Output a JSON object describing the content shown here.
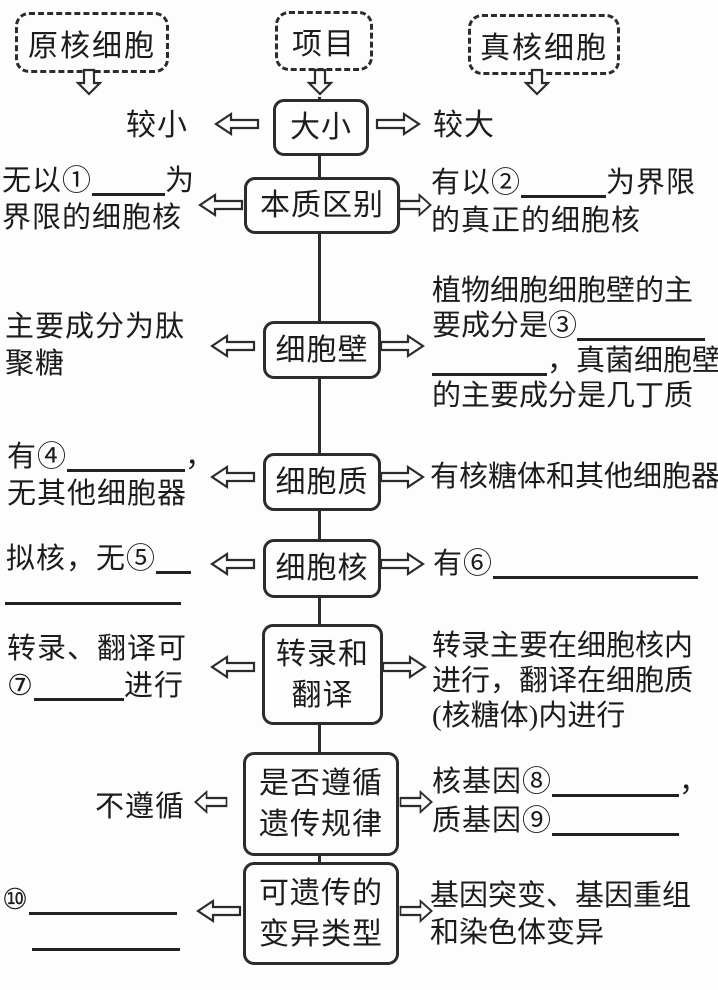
{
  "header": {
    "left": "原核细胞",
    "center": "项目",
    "right": "真核细胞"
  },
  "rows": [
    {
      "topic": [
        "大小"
      ],
      "left": [
        "较小"
      ],
      "right": [
        "较大"
      ]
    },
    {
      "topic": [
        "本质区别"
      ],
      "left": [
        "无以①",
        "为",
        "界限的细胞核"
      ],
      "right": [
        "有以②",
        "为界限",
        "的真正的细胞核"
      ]
    },
    {
      "topic": [
        "细胞壁"
      ],
      "left": [
        "主要成分为肽",
        "聚糖"
      ],
      "right": [
        "植物细胞细胞壁的主",
        "要成分是③",
        "，真菌细胞壁",
        "的主要成分是几丁质"
      ]
    },
    {
      "topic": [
        "细胞质"
      ],
      "left": [
        "有④",
        "，",
        "无其他细胞器"
      ],
      "right": [
        "有核糖体和其他细胞器"
      ]
    },
    {
      "topic": [
        "细胞核"
      ],
      "left": [
        "拟核，无⑤"
      ],
      "right": [
        "有⑥"
      ]
    },
    {
      "topic": [
        "转录和",
        "翻译"
      ],
      "left": [
        "转录、翻译可",
        "⑦",
        "进行"
      ],
      "right": [
        "转录主要在细胞核内",
        "进行，翻译在细胞质",
        "(核糖体)内进行"
      ]
    },
    {
      "topic": [
        "是否遵循",
        "遗传规律"
      ],
      "left": [
        "不遵循"
      ],
      "right": [
        "核基因⑧",
        "，",
        "质基因⑨"
      ]
    },
    {
      "topic": [
        "可遗传的",
        "变异类型"
      ],
      "left": [
        "⑩"
      ],
      "right": [
        "基因突变、基因重组",
        "和染色体变异"
      ]
    }
  ]
}
